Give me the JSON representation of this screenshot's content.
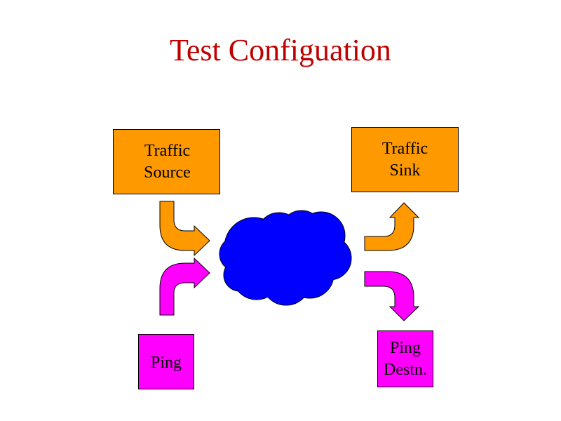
{
  "title": "Test Configuation",
  "colors": {
    "title": "#c00000",
    "traffic": "#ff9900",
    "ping": "#ff00ff",
    "network": "#0000ff"
  },
  "nodes": {
    "traffic_source": {
      "line1": "Traffic",
      "line2": "Source"
    },
    "traffic_sink": {
      "line1": "Traffic",
      "line2": "Sink"
    },
    "ping": {
      "label": "Ping"
    },
    "ping_destination": {
      "line1": "Ping",
      "line2": "Destn."
    }
  },
  "icons": {
    "network": "cloud-icon",
    "flow": "curved-arrow-icon"
  }
}
